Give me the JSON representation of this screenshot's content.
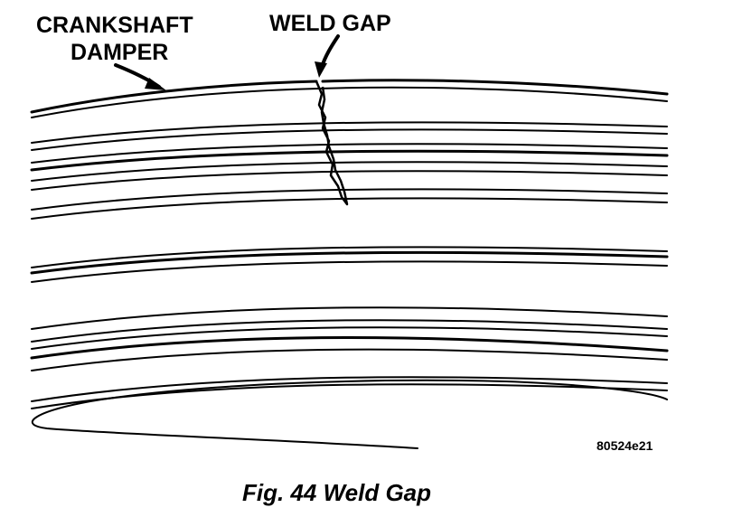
{
  "figure": {
    "callouts": {
      "damper_line1": "CRANKSHAFT",
      "damper_line2": "DAMPER",
      "weld_gap": "WELD GAP"
    },
    "reference_code": "80524e21",
    "caption": "Fig. 44 Weld Gap",
    "colors": {
      "ink": "#000000",
      "paper": "#ffffff"
    }
  }
}
